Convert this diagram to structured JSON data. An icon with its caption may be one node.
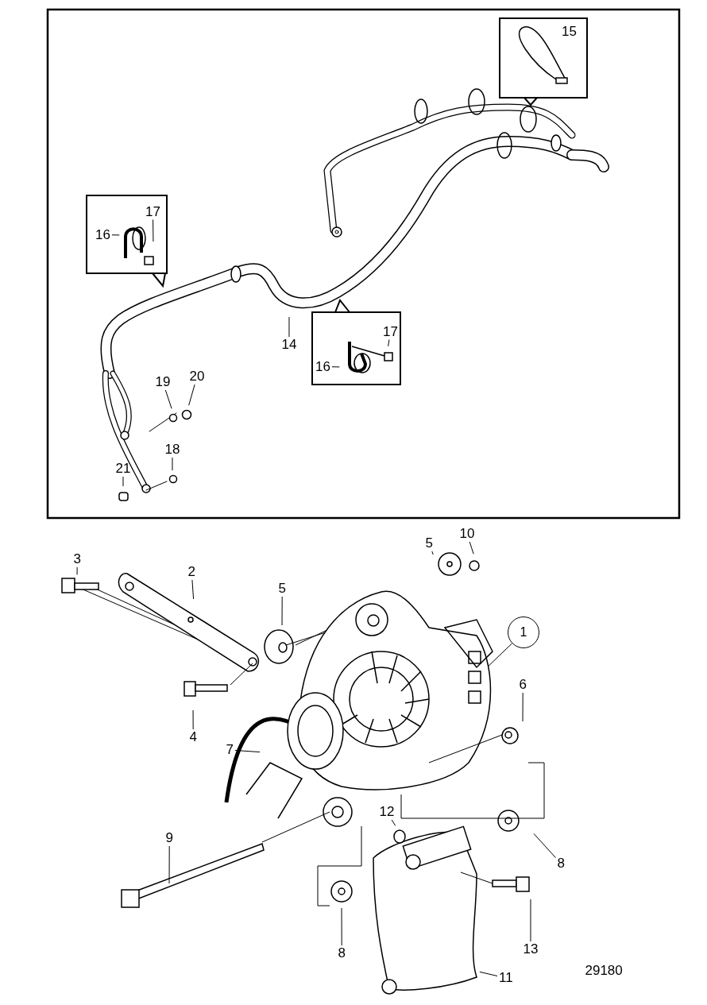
{
  "diagram": {
    "nodes": [
      {
        "text": [],
        "shape": "box"
      },
      {
        "text": [
          "15"
        ],
        "in": 0
      },
      {
        "text": [],
        "shape": "box"
      },
      {
        "text": [
          "17"
        ],
        "in": 2
      },
      {
        "text": [
          "16"
        ],
        "in": 2
      },
      {
        "text": [],
        "shape": "box"
      },
      {
        "text": [
          "17"
        ],
        "in": 5
      },
      {
        "text": [
          "16"
        ],
        "in": 5
      },
      {
        "text": [
          "14"
        ]
      },
      {
        "text": [
          "19"
        ]
      },
      {
        "text": [
          "20"
        ]
      },
      {
        "text": [
          "21"
        ]
      },
      {
        "text": [
          "18"
        ]
      },
      {
        "text": [
          "3"
        ]
      },
      {
        "text": [
          "2"
        ]
      },
      {
        "text": [
          "5"
        ]
      },
      {
        "text": [
          "5"
        ]
      },
      {
        "text": [
          "10"
        ]
      },
      {
        "text": [
          "1"
        ]
      },
      {
        "text": [
          "6"
        ]
      },
      {
        "text": [
          "4"
        ]
      },
      {
        "text": [
          "7"
        ]
      },
      {
        "text": [
          "9"
        ]
      },
      {
        "text": [
          "12"
        ]
      },
      {
        "text": [
          "8"
        ]
      },
      {
        "text": [
          "8"
        ]
      },
      {
        "text": [
          "13"
        ]
      },
      {
        "text": [
          "11"
        ]
      }
    ],
    "edges": [
      {
        "from": 3,
        "to": null,
        "arrow": "none"
      },
      {
        "from": 4,
        "to": null,
        "arrow": "none"
      },
      {
        "from": 6,
        "to": null,
        "arrow": "none"
      },
      {
        "from": 7,
        "to": null,
        "arrow": "none"
      },
      {
        "from": 8,
        "to": null,
        "arrow": "none"
      },
      {
        "from": 9,
        "to": null,
        "arrow": "none"
      },
      {
        "from": 10,
        "to": null,
        "arrow": "none"
      },
      {
        "from": 11,
        "to": null,
        "arrow": "none"
      },
      {
        "from": 12,
        "to": null,
        "arrow": "none"
      },
      {
        "from": 13,
        "to": null,
        "arrow": "none"
      },
      {
        "from": 14,
        "to": null,
        "arrow": "none"
      },
      {
        "from": 15,
        "to": null,
        "arrow": "none"
      },
      {
        "from": 16,
        "to": null,
        "arrow": "none"
      },
      {
        "from": 17,
        "to": null,
        "arrow": "none"
      },
      {
        "from": 18,
        "to": null,
        "arrow": "none"
      },
      {
        "from": 19,
        "to": null,
        "arrow": "none"
      },
      {
        "from": 20,
        "to": null,
        "arrow": "none"
      },
      {
        "from": 21,
        "to": null,
        "arrow": "none"
      },
      {
        "from": 22,
        "to": null,
        "arrow": "none"
      },
      {
        "from": 23,
        "to": null,
        "arrow": "none"
      },
      {
        "from": 24,
        "to": null,
        "arrow": "none"
      },
      {
        "from": 25,
        "to": null,
        "arrow": "none"
      },
      {
        "from": 26,
        "to": null,
        "arrow": "none"
      },
      {
        "from": 27,
        "to": null,
        "arrow": "none"
      }
    ],
    "labels": [
      "29180"
    ]
  }
}
